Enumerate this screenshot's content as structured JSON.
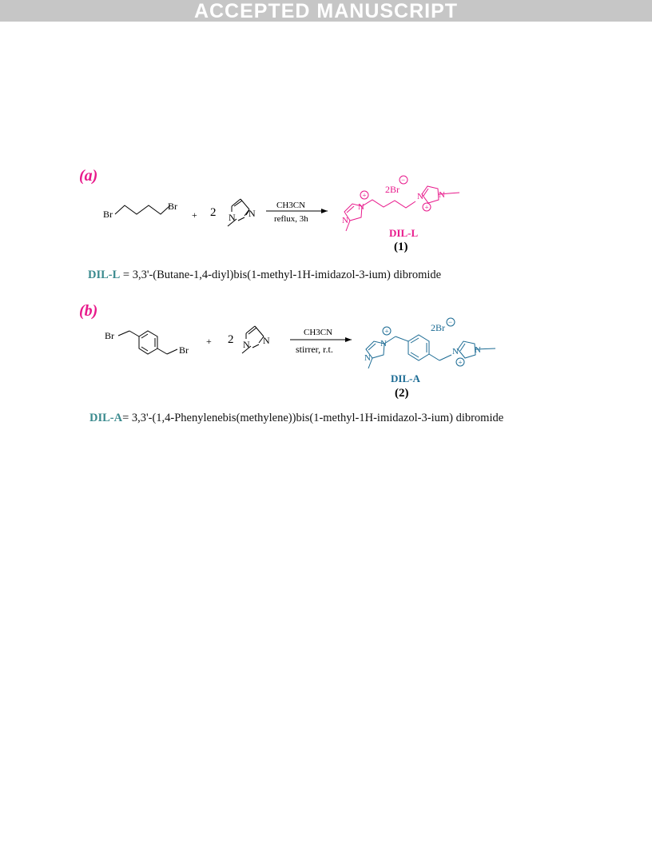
{
  "banner": {
    "text": "ACCEPTED MANUSCRIPT"
  },
  "scheme_a": {
    "label_open": "(",
    "label_letter": "a",
    "label_close": ")",
    "reactant_br_left": "Br",
    "reactant_br_right": "Br",
    "plus": "+",
    "coefficient": "2",
    "imidazole_n1": "N",
    "imidazole_n3": "N",
    "reagent_above": "CH3CN",
    "conditions": "reflux, 3h",
    "product_counterion": "2Br",
    "product_n": "N",
    "product_code": "DIL-L",
    "product_number": "(1)",
    "caption_term": "DIL-L",
    "caption_text": " = 3,3'-(Butane-1,4-diyl)bis(1-methyl-1H-imidazol-3-ium) dibromide",
    "color": "#e8198b",
    "caption_term_color": "#3a8a8e"
  },
  "scheme_b": {
    "label_open": "(",
    "label_letter": "b",
    "label_close": ")",
    "reactant_br_left": "Br",
    "reactant_br_right": "Br",
    "plus": "+",
    "coefficient": "2",
    "imidazole_n1": "N",
    "imidazole_n3": "N",
    "reagent_above": "CH3CN",
    "conditions": "stirrer, r.t.",
    "product_counterion": "2Br",
    "product_n": "N",
    "product_code": "DIL-A",
    "product_number": "(2)",
    "caption_term": "DIL-A",
    "caption_text": "= 3,3'-(1,4-Phenylenebis(methylene))bis(1-methyl-1H-imidazol-3-ium) dibromide",
    "color": "#1a6a93",
    "caption_term_color": "#3a8a8e"
  },
  "icons": [
    "plus-charge-icon",
    "minus-charge-icon",
    "reaction-arrow-icon"
  ]
}
